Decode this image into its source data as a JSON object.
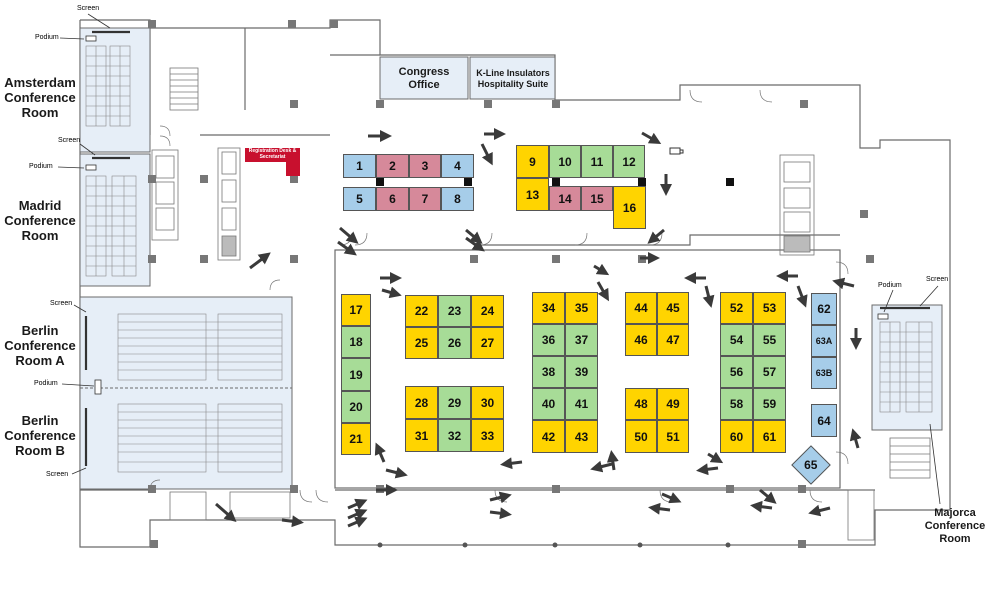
{
  "rooms": {
    "amsterdam": "Amsterdam Conference Room",
    "madrid": "Madrid Conference Room",
    "berlin_a": "Berlin Conference Room A",
    "berlin_b": "Berlin Conference Room B",
    "majorca": "Majorca Conference Room"
  },
  "offices": {
    "congress": "Congress Office",
    "kline": "K-Line Insulators Hospitality Suite",
    "registration": "Registration Desk & Secretariat"
  },
  "labels": {
    "screen": "Screen",
    "podium": "Podium"
  },
  "booths": [
    {
      "id": "1",
      "color": "blue"
    },
    {
      "id": "2",
      "color": "pink"
    },
    {
      "id": "3",
      "color": "pink"
    },
    {
      "id": "4",
      "color": "blue"
    },
    {
      "id": "5",
      "color": "blue"
    },
    {
      "id": "6",
      "color": "pink"
    },
    {
      "id": "7",
      "color": "pink"
    },
    {
      "id": "8",
      "color": "blue"
    },
    {
      "id": "9",
      "color": "yellow"
    },
    {
      "id": "10",
      "color": "green"
    },
    {
      "id": "11",
      "color": "green"
    },
    {
      "id": "12",
      "color": "green"
    },
    {
      "id": "13",
      "color": "yellow"
    },
    {
      "id": "14",
      "color": "pink"
    },
    {
      "id": "15",
      "color": "pink"
    },
    {
      "id": "16",
      "color": "yellow"
    },
    {
      "id": "17",
      "color": "yellow"
    },
    {
      "id": "18",
      "color": "green"
    },
    {
      "id": "19",
      "color": "green"
    },
    {
      "id": "20",
      "color": "green"
    },
    {
      "id": "21",
      "color": "yellow"
    },
    {
      "id": "22",
      "color": "yellow"
    },
    {
      "id": "23",
      "color": "green"
    },
    {
      "id": "24",
      "color": "yellow"
    },
    {
      "id": "25",
      "color": "yellow"
    },
    {
      "id": "26",
      "color": "green"
    },
    {
      "id": "27",
      "color": "yellow"
    },
    {
      "id": "28",
      "color": "yellow"
    },
    {
      "id": "29",
      "color": "green"
    },
    {
      "id": "30",
      "color": "yellow"
    },
    {
      "id": "31",
      "color": "yellow"
    },
    {
      "id": "32",
      "color": "green"
    },
    {
      "id": "33",
      "color": "yellow"
    },
    {
      "id": "34",
      "color": "yellow"
    },
    {
      "id": "35",
      "color": "yellow"
    },
    {
      "id": "36",
      "color": "green"
    },
    {
      "id": "37",
      "color": "green"
    },
    {
      "id": "38",
      "color": "green"
    },
    {
      "id": "39",
      "color": "green"
    },
    {
      "id": "40",
      "color": "green"
    },
    {
      "id": "41",
      "color": "green"
    },
    {
      "id": "42",
      "color": "yellow"
    },
    {
      "id": "43",
      "color": "yellow"
    },
    {
      "id": "44",
      "color": "yellow"
    },
    {
      "id": "45",
      "color": "yellow"
    },
    {
      "id": "46",
      "color": "yellow"
    },
    {
      "id": "47",
      "color": "yellow"
    },
    {
      "id": "48",
      "color": "yellow"
    },
    {
      "id": "49",
      "color": "yellow"
    },
    {
      "id": "50",
      "color": "yellow"
    },
    {
      "id": "51",
      "color": "yellow"
    },
    {
      "id": "52",
      "color": "yellow"
    },
    {
      "id": "53",
      "color": "yellow"
    },
    {
      "id": "54",
      "color": "green"
    },
    {
      "id": "55",
      "color": "green"
    },
    {
      "id": "56",
      "color": "green"
    },
    {
      "id": "57",
      "color": "green"
    },
    {
      "id": "58",
      "color": "green"
    },
    {
      "id": "59",
      "color": "green"
    },
    {
      "id": "60",
      "color": "yellow"
    },
    {
      "id": "61",
      "color": "yellow"
    },
    {
      "id": "62",
      "color": "blue"
    },
    {
      "id": "63A",
      "color": "blue"
    },
    {
      "id": "63B",
      "color": "blue"
    },
    {
      "id": "64",
      "color": "blue"
    },
    {
      "id": "65",
      "color": "blue"
    }
  ],
  "colors": {
    "yellow": "#ffd400",
    "green": "#a7dc97",
    "pink": "#d6899a",
    "blue": "#a6cde9",
    "room_fill": "#e6eef7",
    "wall": "#6b6b6b",
    "arrow": "#3a3a3a",
    "registration": "#c8102e"
  }
}
